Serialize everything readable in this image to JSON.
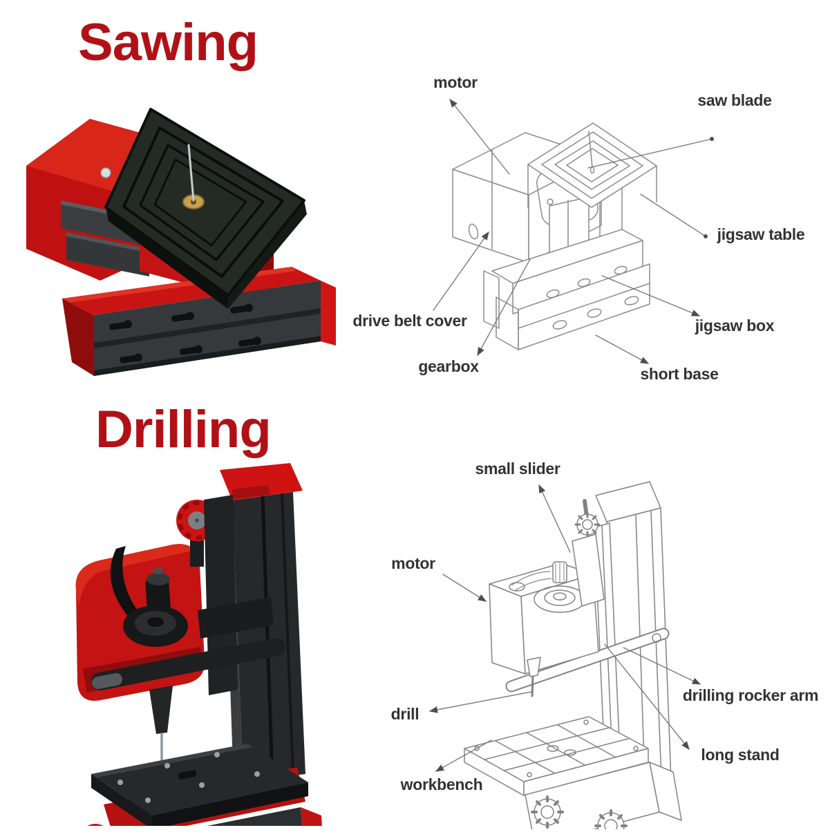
{
  "sawing": {
    "title": "Sawing",
    "labels": {
      "motor": "motor",
      "saw_blade": "saw blade",
      "jigsaw_table": "jigsaw table",
      "drive_belt_cover": "drive belt cover",
      "gearbox": "gearbox",
      "jigsaw_box": "jigsaw box",
      "short_base": "short base"
    }
  },
  "drilling": {
    "title": "Drilling",
    "labels": {
      "small_slider": "small slider",
      "motor": "motor",
      "drill": "drill",
      "drilling_rocker_arm": "drilling rocker arm",
      "long_stand": "long stand",
      "workbench": "workbench"
    }
  },
  "colors": {
    "title_red": "#b11116",
    "label_text": "#333333",
    "machine_red": "#c41414",
    "machine_red_light": "#d8261a",
    "machine_red_dark": "#8f0c0c",
    "machine_black": "#26282a",
    "brass": "#c8a14e",
    "diagram_line": "#8a8a8a",
    "leader_line": "#7a7a7a"
  }
}
